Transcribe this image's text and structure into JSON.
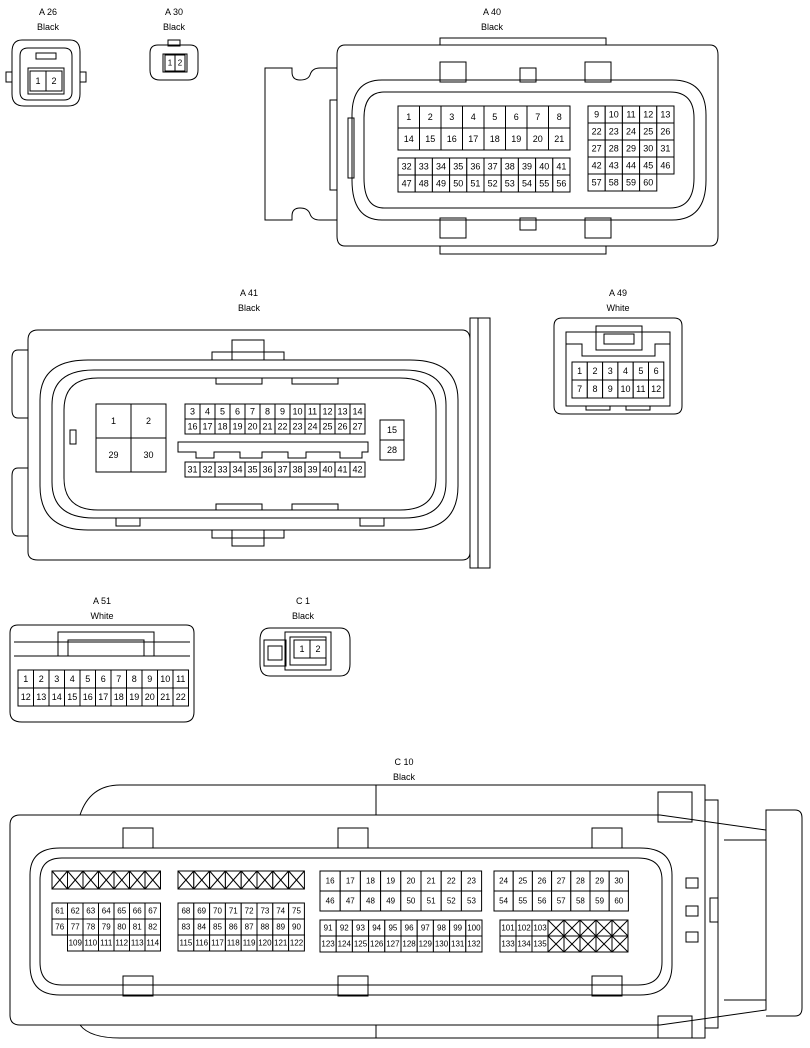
{
  "connectors": {
    "a26": {
      "name": "A 26",
      "color": "Black"
    },
    "a30": {
      "name": "A 30",
      "color": "Black"
    },
    "a40": {
      "name": "A 40",
      "color": "Black"
    },
    "a41": {
      "name": "A 41",
      "color": "Black"
    },
    "a49": {
      "name": "A 49",
      "color": "White"
    },
    "a51": {
      "name": "A 51",
      "color": "White"
    },
    "c1": {
      "name": "C 1",
      "color": "Black"
    },
    "c10": {
      "name": "C 10",
      "color": "Black"
    }
  },
  "pins": {
    "a26": [
      "1",
      "2"
    ],
    "a30": [
      "1",
      "2"
    ],
    "a40_left_top": [
      [
        "1",
        "2",
        "3",
        "4",
        "5",
        "6",
        "7",
        "8"
      ],
      [
        "14",
        "15",
        "16",
        "17",
        "18",
        "19",
        "20",
        "21"
      ]
    ],
    "a40_left_bottom": [
      [
        "32",
        "33",
        "34",
        "35",
        "36",
        "37",
        "38",
        "39",
        "40",
        "41"
      ],
      [
        "47",
        "48",
        "49",
        "50",
        "51",
        "52",
        "53",
        "54",
        "55",
        "56"
      ]
    ],
    "a40_right": [
      [
        "9",
        "10",
        "11",
        "12",
        "13"
      ],
      [
        "22",
        "23",
        "24",
        "25",
        "26"
      ],
      [
        "27",
        "28",
        "29",
        "30",
        "31"
      ],
      [
        "42",
        "43",
        "44",
        "45",
        "46"
      ],
      [
        "57",
        "58",
        "59",
        "60"
      ]
    ],
    "a41_big": [
      [
        "1",
        "2"
      ],
      [
        "29",
        "30"
      ]
    ],
    "a41_top": [
      [
        "3",
        "4",
        "5",
        "6",
        "7",
        "8",
        "9",
        "10",
        "11",
        "12",
        "13",
        "14"
      ],
      [
        "16",
        "17",
        "18",
        "19",
        "20",
        "21",
        "22",
        "23",
        "24",
        "25",
        "26",
        "27"
      ]
    ],
    "a41_bottom": [
      "31",
      "32",
      "33",
      "34",
      "35",
      "36",
      "37",
      "38",
      "39",
      "40",
      "41",
      "42"
    ],
    "a41_side": [
      "15",
      "28"
    ],
    "a49": [
      [
        "1",
        "2",
        "3",
        "4",
        "5",
        "6"
      ],
      [
        "7",
        "8",
        "9",
        "10",
        "11",
        "12"
      ]
    ],
    "a51": [
      [
        "1",
        "2",
        "3",
        "4",
        "5",
        "6",
        "7",
        "8",
        "9",
        "10",
        "11"
      ],
      [
        "12",
        "13",
        "14",
        "15",
        "16",
        "17",
        "18",
        "19",
        "20",
        "21",
        "22"
      ]
    ],
    "c1": [
      "1",
      "2"
    ],
    "c10_g1": [
      [
        "61",
        "62",
        "63",
        "64",
        "65",
        "66",
        "67"
      ],
      [
        "76",
        "77",
        "78",
        "79",
        "80",
        "81",
        "82"
      ],
      [
        "109",
        "110",
        "111",
        "112",
        "113",
        "114"
      ]
    ],
    "c10_g2": [
      [
        "68",
        "69",
        "70",
        "71",
        "72",
        "73",
        "74",
        "75"
      ],
      [
        "83",
        "84",
        "85",
        "86",
        "87",
        "88",
        "89",
        "90"
      ],
      [
        "115",
        "116",
        "117",
        "118",
        "119",
        "120",
        "121",
        "122"
      ]
    ],
    "c10_g3": [
      [
        "16",
        "17",
        "18",
        "19",
        "20",
        "21",
        "22",
        "23"
      ],
      [
        "46",
        "47",
        "48",
        "49",
        "50",
        "51",
        "52",
        "53"
      ],
      [
        "91",
        "92",
        "93",
        "94",
        "95",
        "96",
        "97",
        "98",
        "99",
        "100"
      ],
      [
        "123",
        "124",
        "125",
        "126",
        "127",
        "128",
        "129",
        "130",
        "131",
        "132"
      ]
    ],
    "c10_g4": [
      [
        "24",
        "25",
        "26",
        "27",
        "28",
        "29",
        "30"
      ],
      [
        "54",
        "55",
        "56",
        "57",
        "58",
        "59",
        "60"
      ],
      [
        "101",
        "102",
        "103"
      ],
      [
        "133",
        "134",
        "135"
      ]
    ]
  }
}
